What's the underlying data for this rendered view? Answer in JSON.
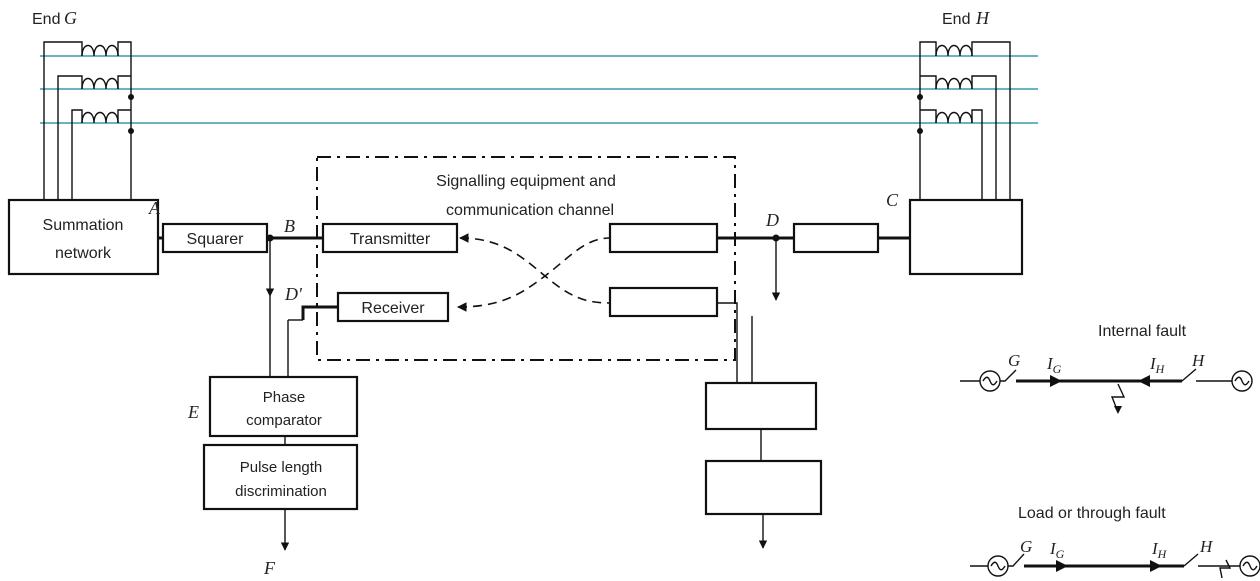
{
  "labels": {
    "end_g": "End",
    "end_g_var": "G",
    "end_h": "End",
    "end_h_var": "H",
    "summation_1": "Summation",
    "summation_2": "network",
    "squarer": "Squarer",
    "transmitter": "Transmitter",
    "receiver": "Receiver",
    "signalling_1": "Signalling equipment and",
    "signalling_2": "communication channel",
    "phase_1": "Phase",
    "phase_2": "comparator",
    "pulse_1": "Pulse length",
    "pulse_2": "discrimination",
    "point_a": "A",
    "point_b": "B",
    "point_c": "C",
    "point_d": "D",
    "point_d_prime": "D'",
    "point_e": "E",
    "point_f": "F"
  },
  "insets": {
    "internal_title": "Internal fault",
    "load_title": "Load or through fault",
    "g": "G",
    "h": "H",
    "i": "I",
    "sub_g": "G",
    "sub_h": "H"
  },
  "colors": {
    "transmission_line": "#3a9aa8",
    "ink": "#111111"
  }
}
